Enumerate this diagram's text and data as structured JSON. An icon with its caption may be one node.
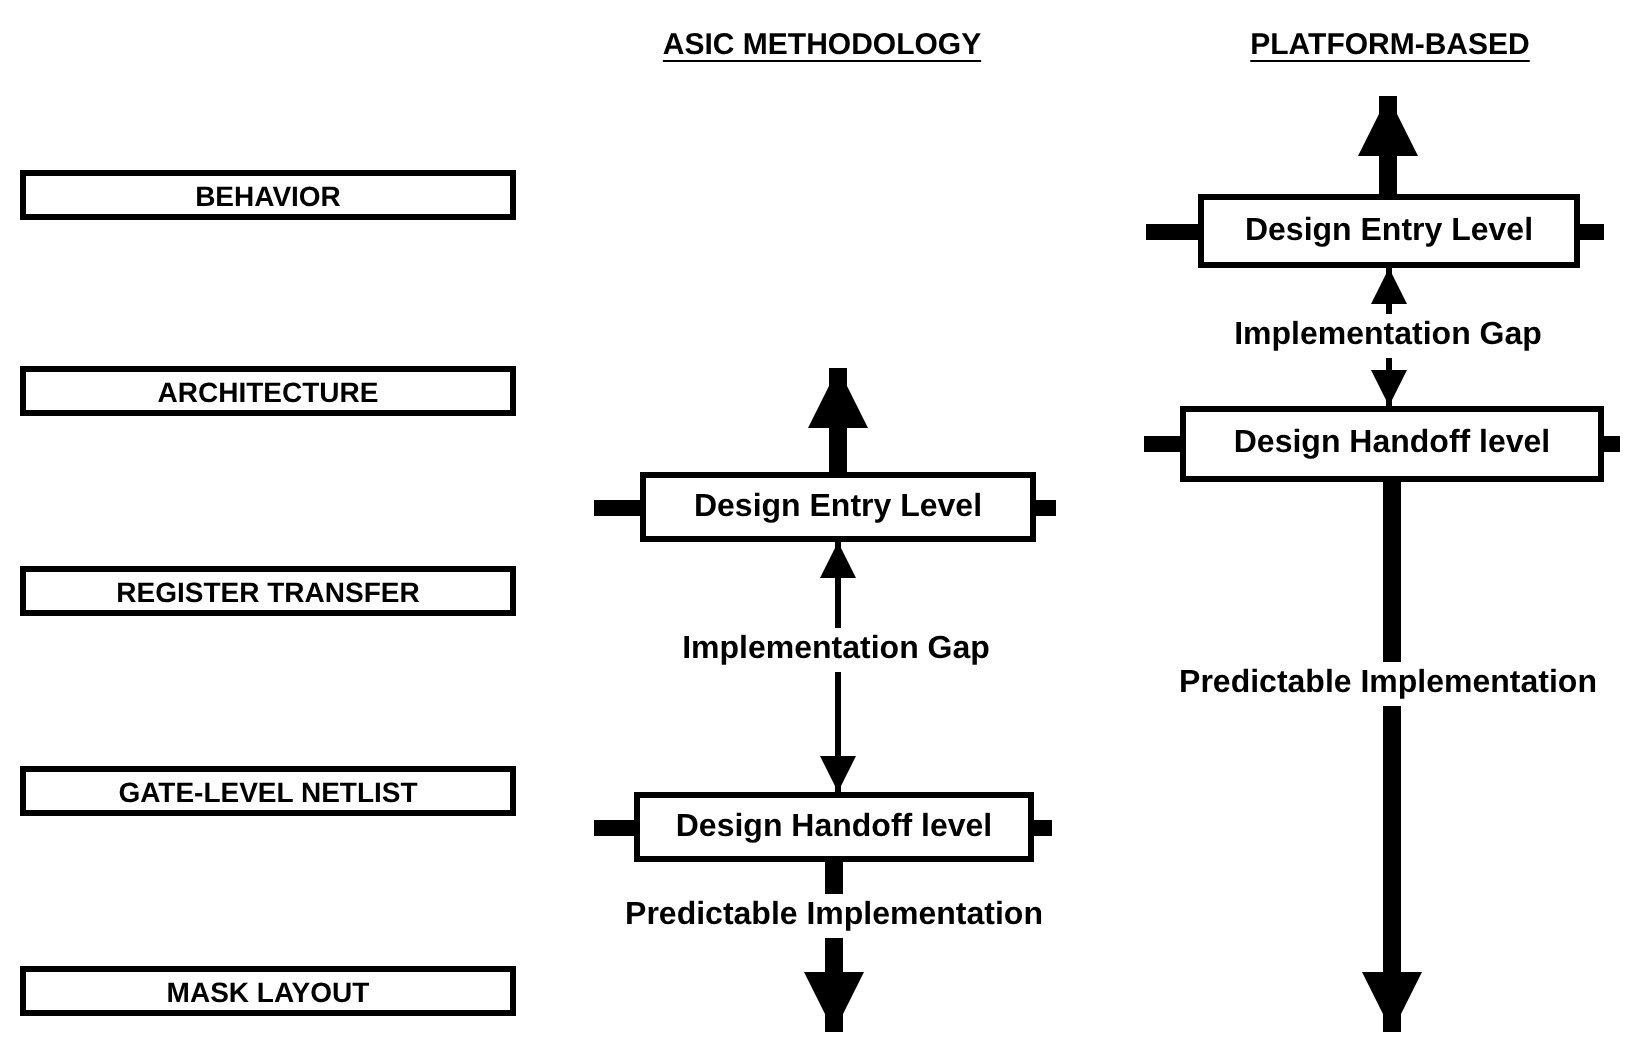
{
  "diagram": {
    "nodes": [
      {
        "text": [
          "BEHAVIOR"
        ]
      },
      {
        "text": [
          "ARCHITECTURE"
        ]
      },
      {
        "text": [
          "REGISTER TRANSFER"
        ]
      },
      {
        "text": [
          "GATE-LEVEL NETLIST"
        ]
      },
      {
        "text": [
          "MASK LAYOUT"
        ]
      },
      {
        "text": [
          "Design Entry Level"
        ]
      },
      {
        "text": [
          "Design Handoff level"
        ]
      },
      {
        "text": [
          "Design Entry Level"
        ]
      },
      {
        "text": [
          "Design Handoff level"
        ]
      }
    ],
    "edges": [
      {
        "from": 5,
        "to": null,
        "arrow": "to"
      },
      {
        "from": 5,
        "to": 6,
        "arrow": "both",
        "label": "Implementation Gap"
      },
      {
        "from": 6,
        "to": null,
        "arrow": "to",
        "label": "Predictable Implementation"
      },
      {
        "from": 7,
        "to": null,
        "arrow": "to"
      },
      {
        "from": 7,
        "to": 8,
        "arrow": "both",
        "label": "Implementation Gap"
      },
      {
        "from": 8,
        "to": null,
        "arrow": "to",
        "label": "Predictable Implementation"
      }
    ],
    "labels": [
      "ASIC METHODOLOGY",
      "PLATFORM-BASED"
    ]
  }
}
